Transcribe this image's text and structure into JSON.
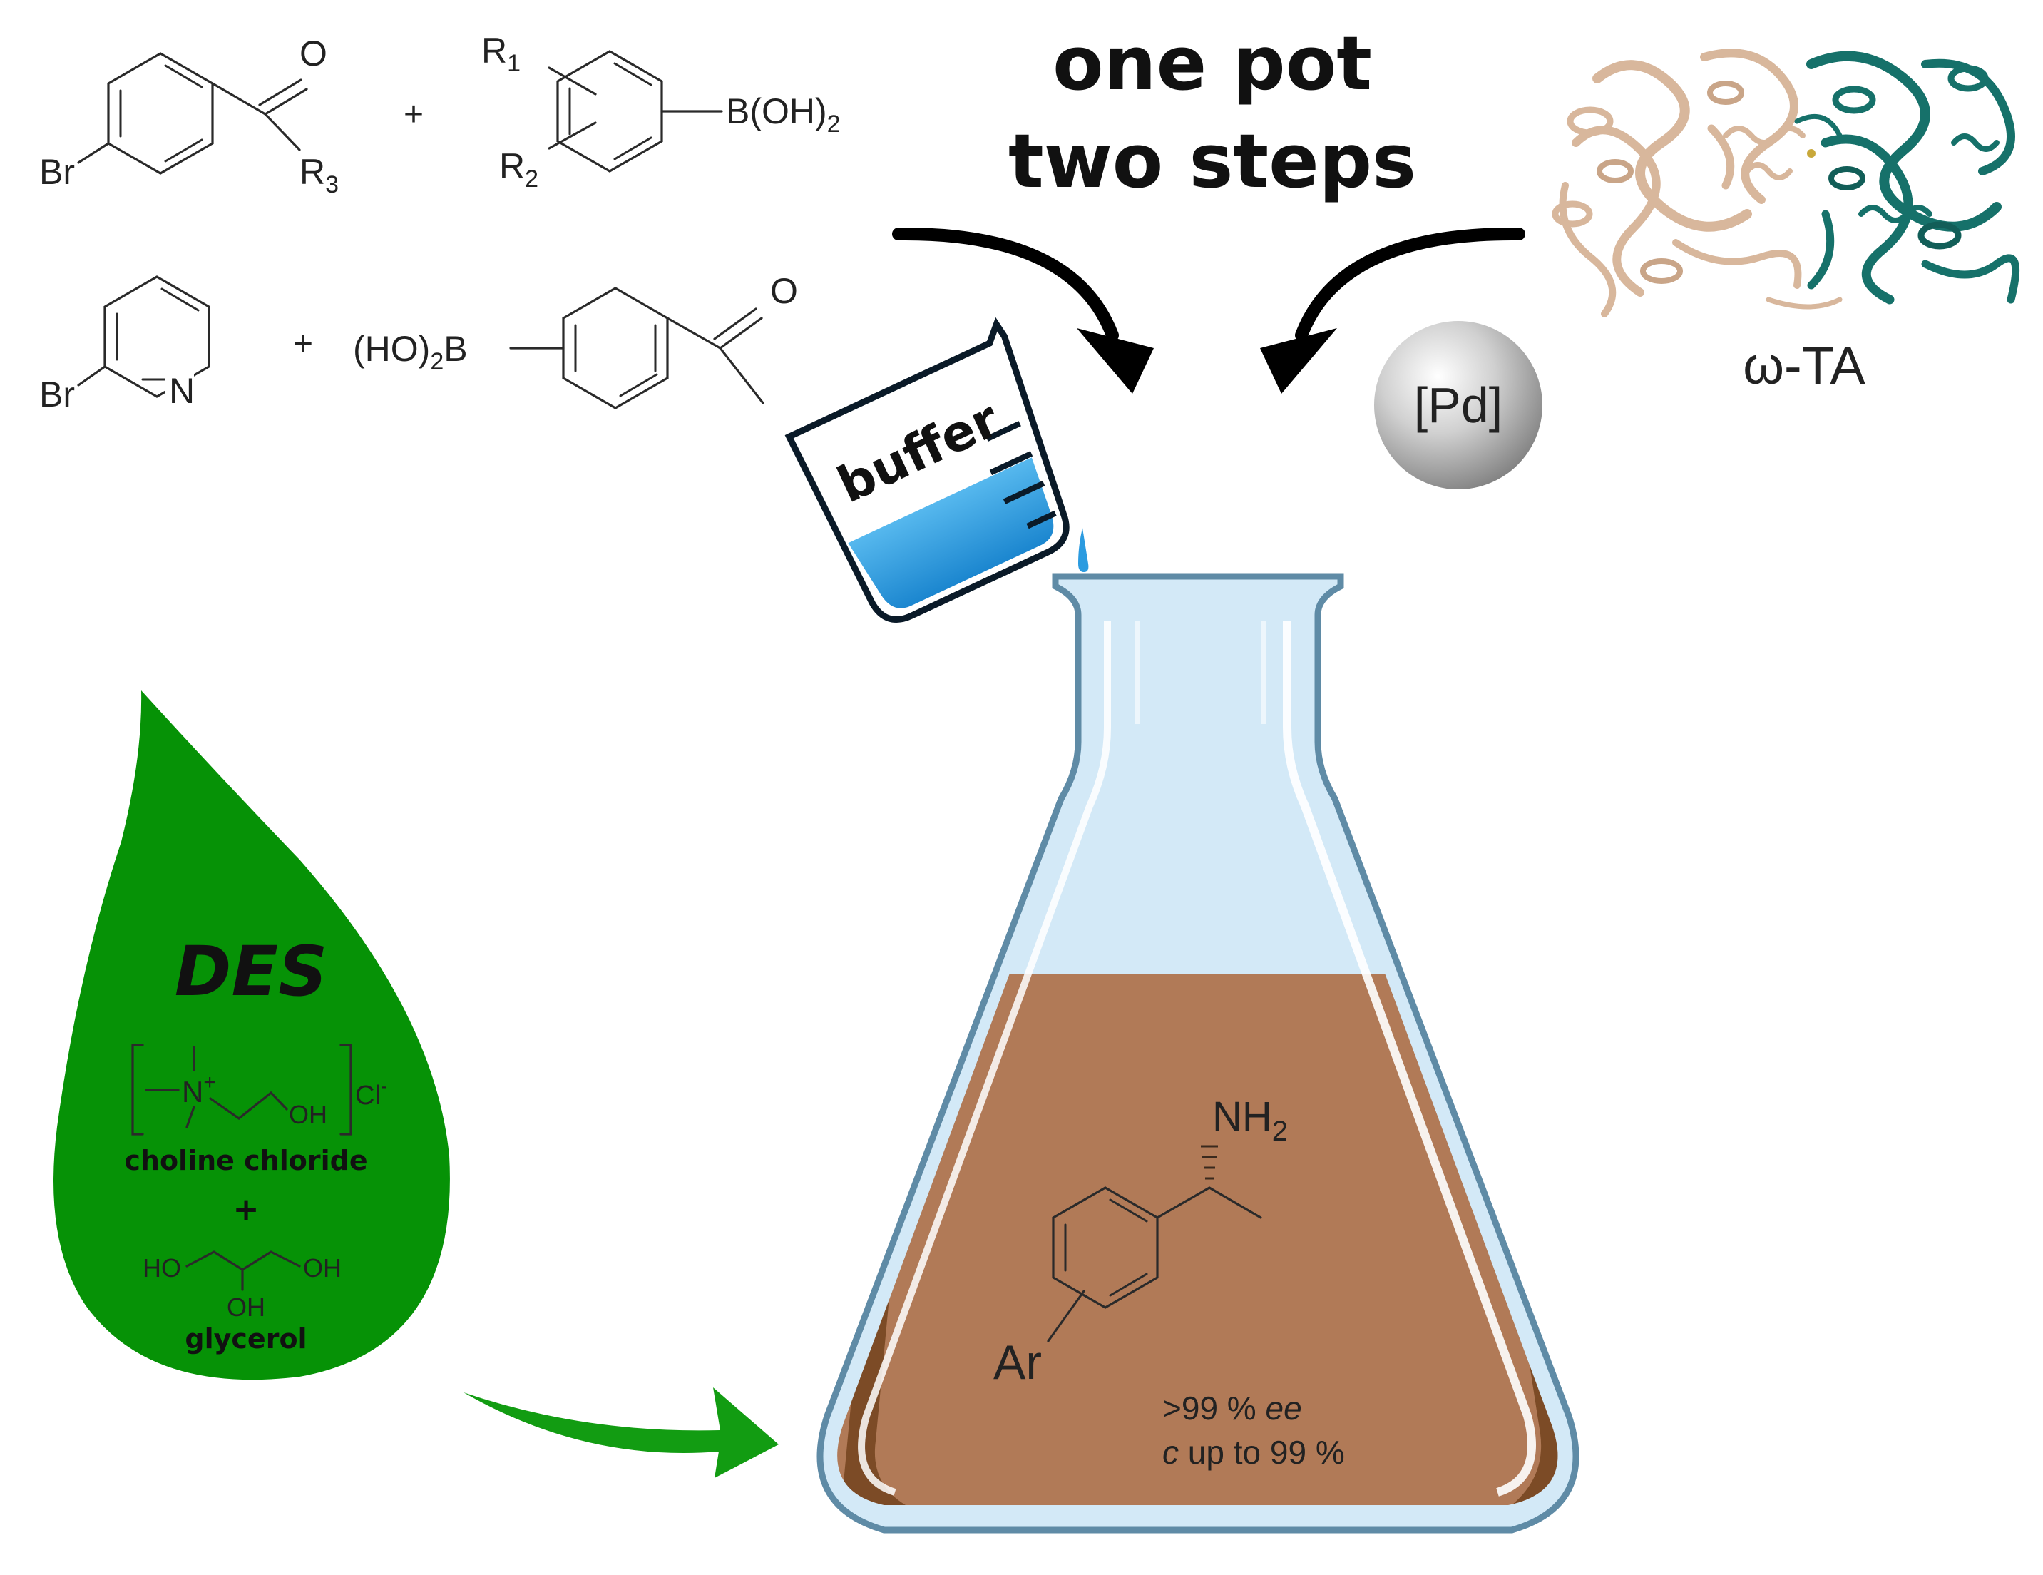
{
  "header": {
    "line1": "one pot",
    "line2": "two steps"
  },
  "reactions": {
    "r1": {
      "reagent_a": {
        "substituent": "Br",
        "carbonyl_o": "O",
        "r_group": "R",
        "r_sub": "3"
      },
      "plus": "+",
      "reagent_b": {
        "r1": "R",
        "r1_sub": "1",
        "r2": "R",
        "r2_sub": "2",
        "boron": "B(OH)",
        "boron_sub": "2"
      }
    },
    "r2": {
      "reagent_a": {
        "substituent": "Br",
        "heteroatom": "N"
      },
      "plus": "+",
      "reagent_b": {
        "boron_prefix": "(HO)",
        "boron_sub": "2",
        "boron_suffix": "B",
        "carbonyl_o": "O"
      }
    }
  },
  "catalyst": {
    "label": "[Pd]"
  },
  "enzyme": {
    "label": "ω-TA"
  },
  "beaker": {
    "label": "buffer"
  },
  "des": {
    "title": "DES",
    "counterion": "Cl",
    "counterion_charge": "-",
    "cation_n": "N",
    "cation_charge": "+",
    "cation_oh": "OH",
    "component1": "choline chloride",
    "plus": "+",
    "glycerol_ho_left": "HO",
    "glycerol_oh_right": "OH",
    "glycerol_oh_bottom": "OH",
    "component2": "glycerol"
  },
  "product": {
    "amine": "NH",
    "amine_sub": "2",
    "aryl": "Ar",
    "ee_value": ">99 % ",
    "ee_unit": "ee",
    "conv_symbol": "c",
    "conv_text": " up to 99 %"
  },
  "colors": {
    "des_drop": "#069206",
    "des_arrow": "#129c12",
    "flask_liquid": "#b17a57",
    "flask_liquid_dark": "#7c4b26",
    "flask_glass": "#d3e9f7",
    "flask_outline": "#5f8ba6",
    "beaker_water": "#1f95dc",
    "enzyme_tan": "#d8b79c",
    "enzyme_teal": "#16716a",
    "arrows": "#000000"
  }
}
